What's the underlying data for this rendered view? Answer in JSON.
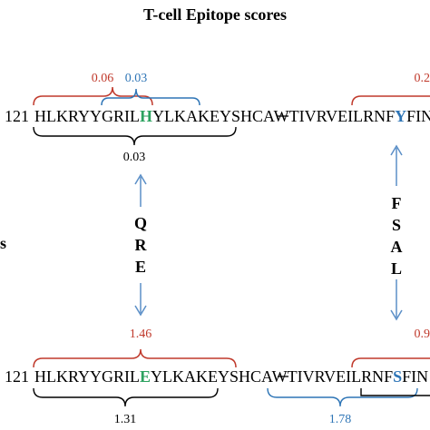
{
  "title": "T-cell Epitope scores",
  "side_label": "s",
  "colors": {
    "red": "#c0392b",
    "blue": "#2e75b6",
    "green": "#2ca25f",
    "black": "#000000",
    "arrow": "#5b8fc7"
  },
  "top": {
    "position": "121",
    "seq_a": "HLKRYYGRIL",
    "mut1": "H",
    "seq_b": "YLKAKEYSH",
    "c_char": "C",
    "seq_c": "AWTIVRVEIL",
    "seq_d": "RNF",
    "mut2": "Y",
    "seq_e": "FIN",
    "score_red": "0.06",
    "score_blue": "0.03",
    "score_black": "0.03",
    "score_right_red": "0.2"
  },
  "bottom": {
    "position": "121",
    "seq_a": "HLKRYYGRIL",
    "mut1": "E",
    "seq_b": "YLKAKEYSH",
    "c_char": "C",
    "seq_c": "AWTIVRVEIL",
    "seq_d": "RNF",
    "mut2": "S",
    "seq_e": "FIN",
    "score_red": "1.46",
    "score_black": "1.31",
    "score_blue": "1.78",
    "score_right_red": "0.9"
  },
  "arrow_left_letters": [
    "Q",
    "R",
    "E"
  ],
  "arrow_right_letters": [
    "F",
    "S",
    "A",
    "L"
  ]
}
